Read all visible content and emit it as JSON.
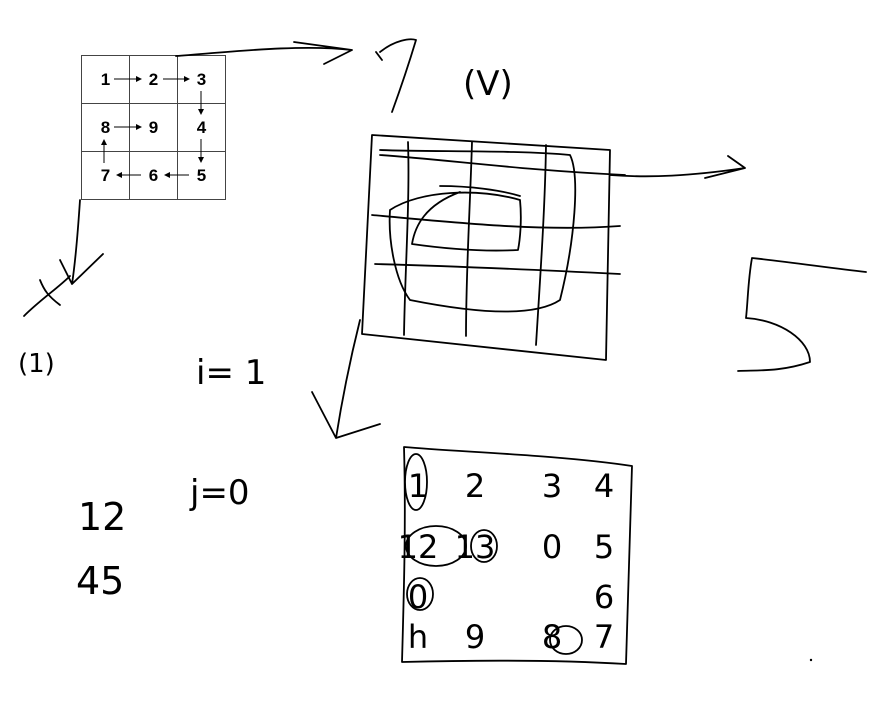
{
  "spiral_grid": {
    "rows": [
      [
        "1",
        "2",
        "3"
      ],
      [
        "8",
        "9",
        "4"
      ],
      [
        "7",
        "6",
        "5"
      ]
    ]
  },
  "scribbles": {
    "n_label": "(V)",
    "d_label": "(1)",
    "i_equals": "i= 1",
    "j_equals": "j=0",
    "count_label": "5",
    "numbers_stack": [
      "12",
      "45"
    ]
  },
  "hand_grid": {
    "cells": [
      [
        "1",
        "2",
        "3",
        "4"
      ],
      [
        "12",
        "13",
        "0",
        "5"
      ],
      [
        "0",
        "",
        "",
        "6"
      ],
      [
        "h",
        "9",
        "8",
        "7"
      ]
    ]
  }
}
